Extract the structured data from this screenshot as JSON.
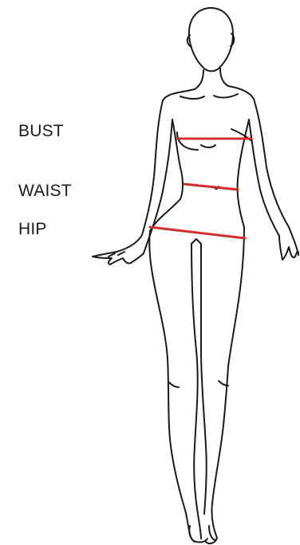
{
  "labels": {
    "bust": "BUST",
    "waist": "WAIST",
    "hip": "HIP"
  },
  "colors": {
    "outline": "#1a1a1a",
    "measure_line": "#d42b2b",
    "background": "#ffffff"
  },
  "icons": {
    "figure": "female-body-outline"
  }
}
